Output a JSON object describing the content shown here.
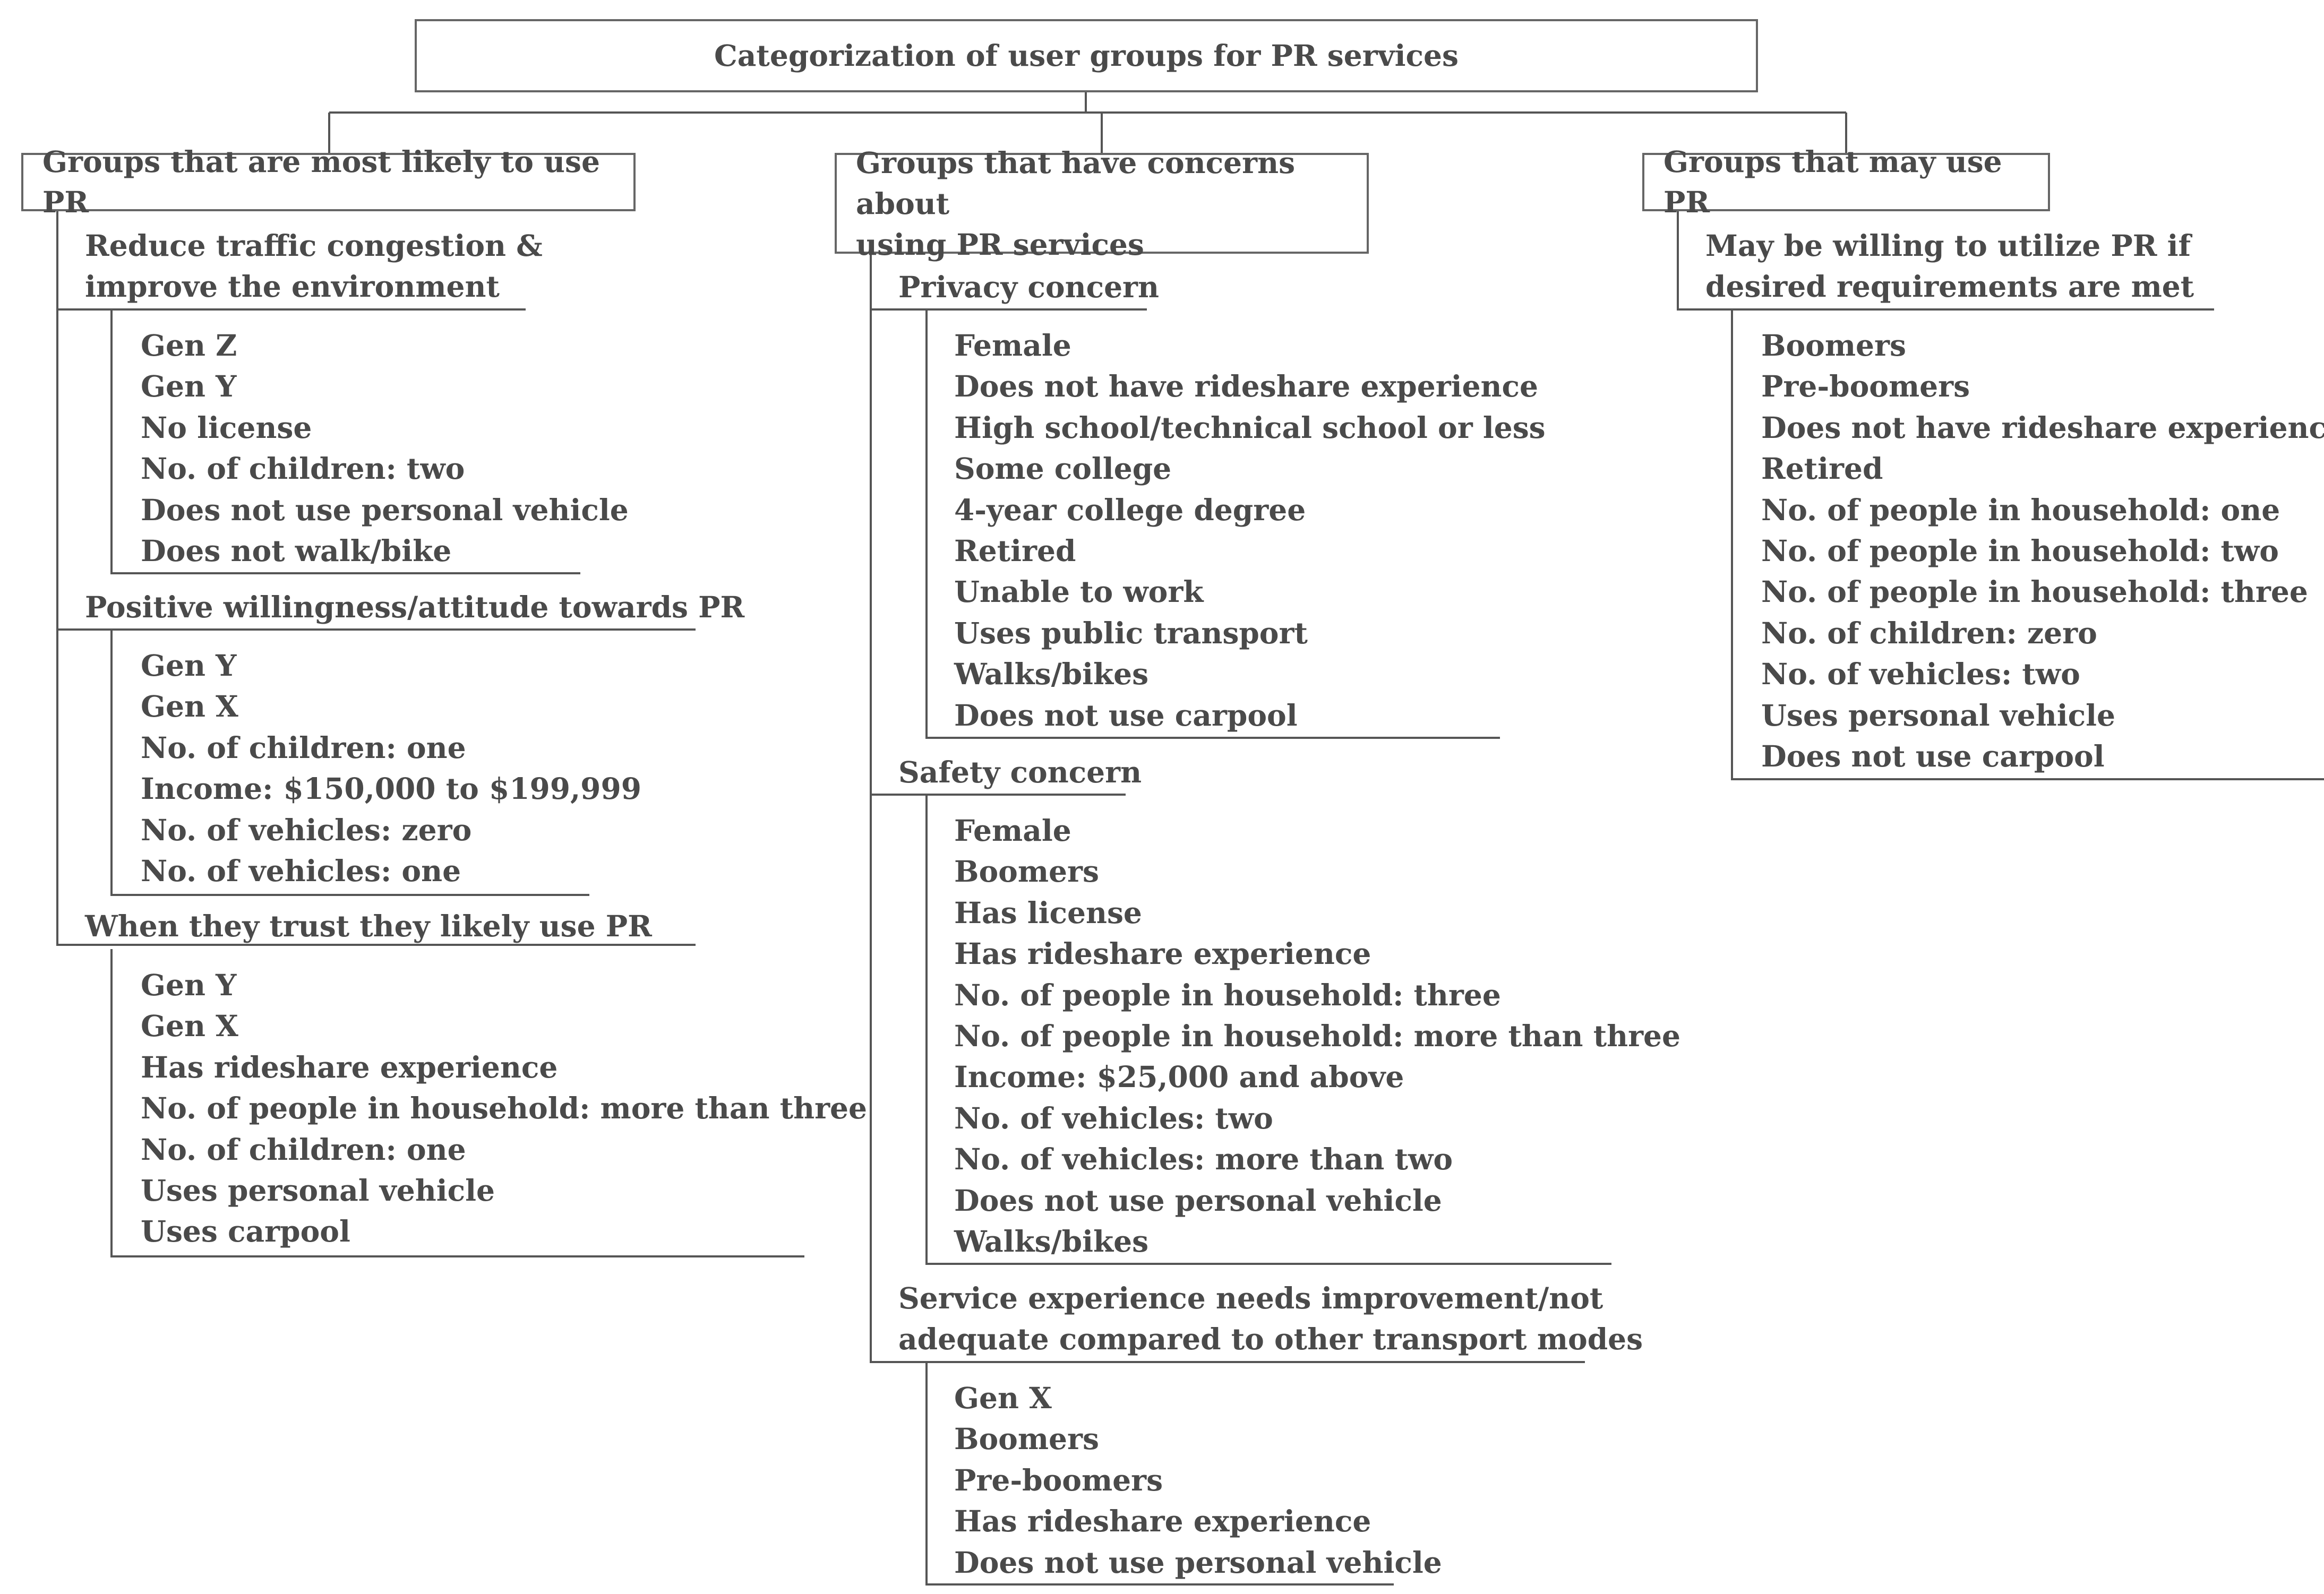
{
  "title": "Categorization of user groups for PR services",
  "columns": [
    {
      "title": "Groups that are most likely to use PR",
      "categories": [
        {
          "label": "Reduce traffic congestion & improve the environment",
          "lines": [
            "Reduce traffic congestion &",
            "improve the environment"
          ],
          "items": [
            "Gen Z",
            "Gen Y",
            "No license",
            "No. of children: two",
            "Does not use personal vehicle",
            "Does not walk/bike"
          ]
        },
        {
          "label": "Positive willingness/attitude towards PR",
          "lines": [
            "Positive willingness/attitude towards PR"
          ],
          "items": [
            "Gen Y",
            "Gen X",
            "No. of children: one",
            "Income: $150,000 to $199,999",
            "No. of  vehicles: zero",
            "No. of  vehicles: one"
          ]
        },
        {
          "label": "When they trust they likely use PR",
          "lines": [
            "When they trust they likely use PR"
          ],
          "items": [
            "Gen Y",
            "Gen X",
            "Has rideshare experience",
            "No. of people in household: more than three",
            "No. of children: one",
            "Uses personal vehicle",
            "Uses carpool"
          ]
        }
      ]
    },
    {
      "title": "Groups that have concerns about using PR services",
      "title_lines": [
        "Groups that have concerns about",
        "using PR services"
      ],
      "categories": [
        {
          "label": "Privacy concern",
          "lines": [
            "Privacy concern"
          ],
          "items": [
            "Female",
            "Does not have rideshare experience",
            "High school/technical school or less",
            "Some college",
            "4-year college degree",
            "Retired",
            "Unable to work",
            "Uses public transport",
            "Walks/bikes",
            "Does not use carpool"
          ]
        },
        {
          "label": "Safety concern",
          "lines": [
            "Safety concern"
          ],
          "items": [
            "Female",
            "Boomers",
            "Has license",
            "Has rideshare experience",
            "No. of people in household: three",
            "No. of people in household: more than three",
            "Income: $25,000 and above",
            "No. of  vehicles: two",
            "No. of  vehicles: more than two",
            "Does not use personal vehicle",
            "Walks/bikes"
          ]
        },
        {
          "label": "Service experience needs improvement/not adequate compared to other transport modes",
          "lines": [
            "Service experience needs improvement/not",
            "adequate compared to other transport modes"
          ],
          "items": [
            "Gen X",
            "Boomers",
            "Pre-boomers",
            "Has rideshare experience",
            "Does not use personal vehicle"
          ]
        }
      ]
    },
    {
      "title": "Groups that may use PR",
      "categories": [
        {
          "label": "May be willing to utilize PR if desired requirements are met",
          "lines": [
            "May be willing to utilize PR if",
            "desired requirements are met"
          ],
          "items": [
            "Boomers",
            "Pre-boomers",
            "Does not have rideshare experience",
            "Retired",
            "No. of people in household: one",
            "No. of people in household: two",
            "No. of people in household: three",
            "No. of children: zero",
            "No. of  vehicles: two",
            "Uses personal vehicle",
            "Does not use carpool"
          ]
        }
      ]
    }
  ]
}
